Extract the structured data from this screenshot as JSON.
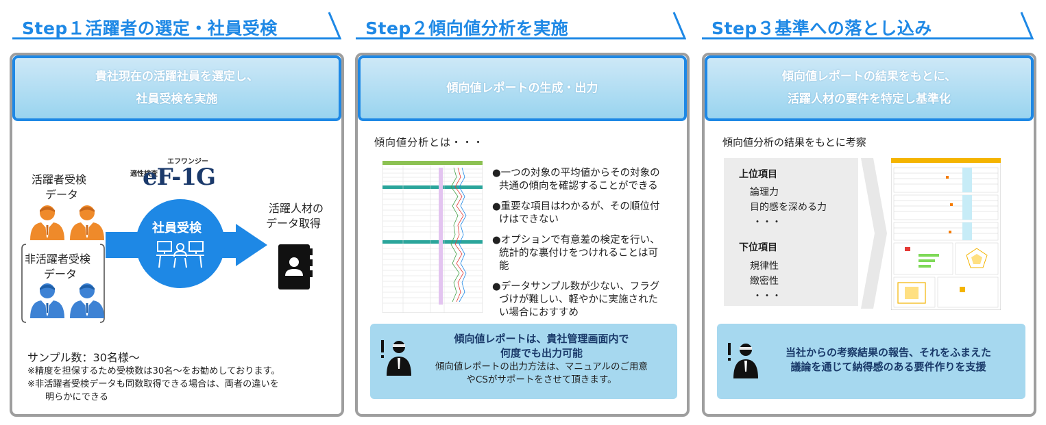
{
  "steps": [
    {
      "title": "Step１活躍者の選定・社員受検",
      "header_lines": [
        "貴社現在の活躍社員を選定し、",
        "社員受検を実施"
      ],
      "active_label": [
        "活躍者受検",
        "データ"
      ],
      "inactive_label": [
        "非活躍者受検",
        "データ"
      ],
      "logo_top": "エフワンジー",
      "logo_small": "適性検査",
      "logo_main": "eF-1G",
      "circle_label": "社員受検",
      "result_label": [
        "活躍人材の",
        "データ取得"
      ],
      "sample": "サンプル数：30名様～",
      "notes": [
        "※精度を担保するため受検数は30名～をお勧めしております。",
        "※非活躍者受検データも同数取得できる場合は、両者の違いを",
        "明らかにできる"
      ]
    },
    {
      "title": "Step２傾向値分析を実施",
      "header_lines": [
        "傾向値レポートの生成・出力"
      ],
      "intro": "傾向値分析とは・・・",
      "bullets": [
        [
          "●一つの対象の平均値からその対象の",
          "共通の傾向を確認することができる"
        ],
        [
          "●重要な項目はわかるが、その順位付",
          "けはできない"
        ],
        [
          "●オプションで有意差の検定を行い、",
          "統計的な裏付けをつけれることは可",
          "能"
        ],
        [
          "●データサンプル数が少ない、フラグ",
          "づけが難しい、軽やかに実施された",
          "い場合におすすめ"
        ]
      ],
      "box_bold": [
        "傾向値レポートは、貴社管理画面内で",
        "何度でも出力可能"
      ],
      "box_sub": [
        "傾向値レポートの出力方法は、マニュアルのご用意",
        "やCSがサポートをさせて頂きます。"
      ]
    },
    {
      "title": "Step３基準への落とし込み",
      "header_lines": [
        "傾向値レポートの結果をもとに、",
        "活躍人材の要件を特定し基準化"
      ],
      "intro": "傾向値分析の結果をもとに考察",
      "upper_title": "上位項目",
      "upper_items": [
        "論理力",
        "目的感を深める力",
        "・・・"
      ],
      "lower_title": "下位項目",
      "lower_items": [
        "規律性",
        "緻密性",
        "・・・"
      ],
      "box_bold": [
        "当社からの考察結果の報告、それをふまえた",
        "議論を通じて納得感のある要件作りを支援"
      ]
    }
  ],
  "colors": {
    "accent": "#1e88e5",
    "orange": "#ef8a2a",
    "blue_person": "#3d82d4",
    "box": "#a6d8ef",
    "green": "#3aa07a",
    "teal": "#2aa59b"
  }
}
